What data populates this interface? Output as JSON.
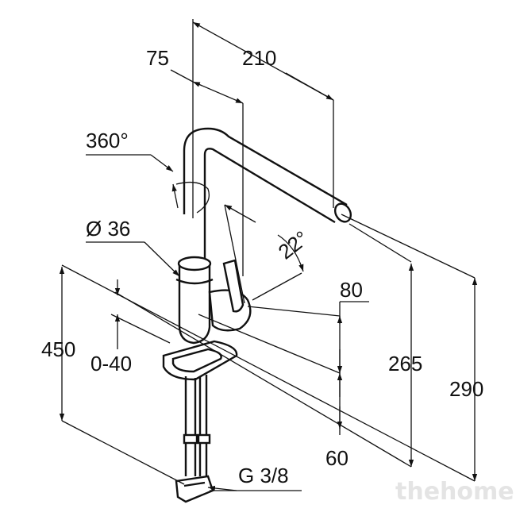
{
  "labels": {
    "d210": "210",
    "d75": "75",
    "d360": "360°",
    "d22": "22°",
    "d36": "Ø 36",
    "d80": "80",
    "d450": "450",
    "d040": "0-40",
    "d265": "265",
    "d290": "290",
    "d60": "60",
    "dg38": "G 3/8"
  },
  "watermark": "thehome",
  "colors": {
    "line": "#111111",
    "background": "#ffffff",
    "watermark": "#e4e4e4"
  }
}
